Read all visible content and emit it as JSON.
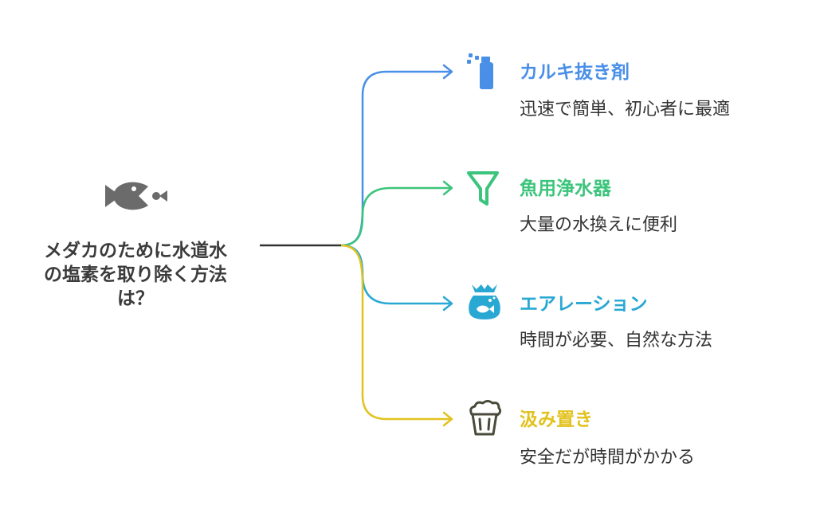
{
  "root": {
    "title_lines": [
      "メダカのために水道水",
      "の塩素を取り除く方法",
      "は？"
    ],
    "icon": "fish-icon",
    "icon_color": "#6b6b6b"
  },
  "branches": [
    {
      "title": "カルキ抜き剤",
      "description": "迅速で簡単、初心者に最適",
      "color": "#4a8fe7",
      "icon": "spray-bottle-icon"
    },
    {
      "title": "魚用浄水器",
      "description": "大量の水換えに便利",
      "color": "#3cc47c",
      "icon": "filter-funnel-icon"
    },
    {
      "title": "エアレーション",
      "description": "時間が必要、自然な方法",
      "color": "#29a8d4",
      "icon": "fish-bowl-icon"
    },
    {
      "title": "汲み置き",
      "description": "安全だが時間がかかる",
      "color": "#e2c21e",
      "icon": "bucket-icon"
    }
  ],
  "connector_color": "#333333"
}
